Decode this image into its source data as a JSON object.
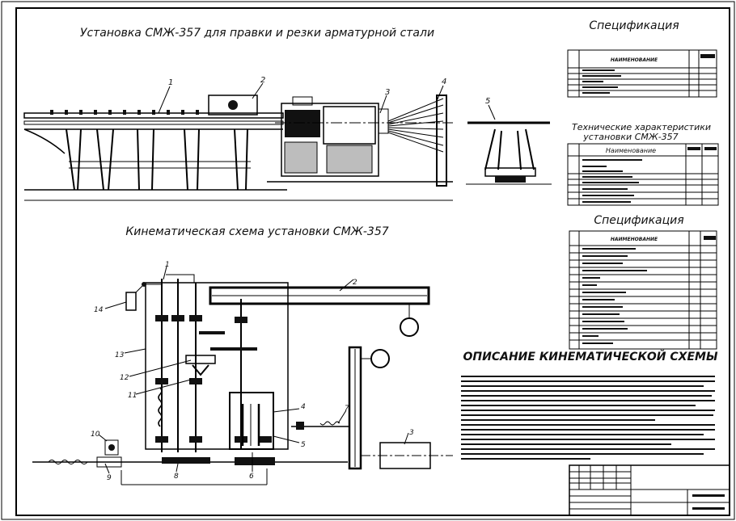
{
  "titles": {
    "machine": "Установка СМЖ-357 для правки и резки арматурной стали",
    "kinematic": "Кинематическая схема установки СМЖ-357",
    "spec1": "Спецификация",
    "spec2": "Спецификация",
    "tech_line1": "Технические характеристики",
    "tech_line2": "установки СМЖ-357",
    "description": "ОПИСАНИЕ КИНЕМАТИЧЕСКОЙ СХЕМЫ"
  },
  "spec_header": "НАИМЕНОВАНИЕ",
  "tech_header": "Наименование",
  "machine_callouts": [
    "1",
    "2",
    "3",
    "4",
    "5"
  ],
  "kin_callouts": [
    "1",
    "2",
    "3",
    "4",
    "5",
    "6",
    "7",
    "8",
    "9",
    "10",
    "11",
    "12",
    "13",
    "14"
  ]
}
